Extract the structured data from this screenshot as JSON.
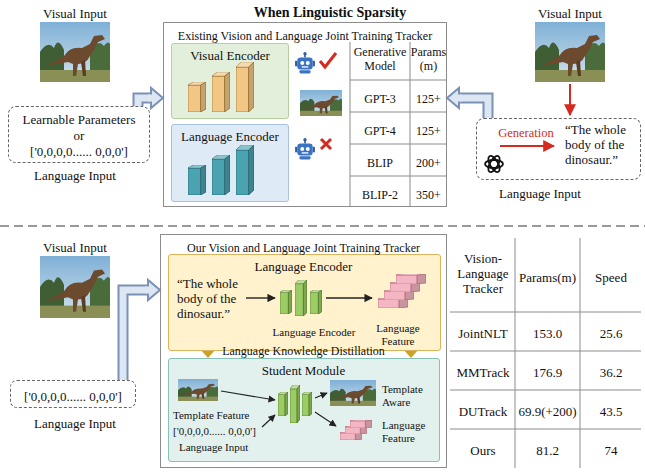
{
  "diagram": {
    "title": "When Linguistic Sparsity",
    "nodes": [
      {
        "text": [
          "Learnable Parameters",
          "or",
          "['0,0,0,0...... 0,0,0']"
        ]
      },
      {
        "text": [
          "Existing Vision and Language Joint Training Tracker"
        ]
      },
      {
        "text": [
          "Visual Encoder"
        ],
        "in": 1
      },
      {
        "text": [
          "Language Encoder"
        ],
        "in": 1
      },
      {
        "text": [
          "Generation",
          "“The whole body of the dinosaur.”"
        ]
      },
      {
        "text": [
          "Our Vision and Language Joint Training Tracker"
        ]
      },
      {
        "text": [
          "Language Encoder",
          "“The whole body of the dinosaur.”",
          "Language Encoder",
          "Language Feature"
        ],
        "in": 5
      },
      {
        "text": [
          "Student Module",
          "Template Feature",
          "['0,0,0,0...... 0,0,0']",
          "Language Input",
          "Template Aware",
          "Language Feature"
        ],
        "in": 5
      },
      {
        "text": [
          "['0,0,0,0...... 0,0,0']"
        ]
      }
    ],
    "edges": [
      {
        "from": 0,
        "to": 1,
        "arrow": "to"
      },
      {
        "from": 4,
        "to": 1,
        "arrow": "to"
      },
      {
        "from": 8,
        "to": 5,
        "arrow": "to"
      },
      {
        "from": 6,
        "to": 7,
        "arrow": "to"
      },
      {
        "from": 6,
        "to": 7,
        "arrow": "to"
      }
    ],
    "labels": [
      "Visual Input",
      "Visual Input",
      "Language Input",
      "Generative Model",
      "Params (m)",
      "GPT-3",
      "125+",
      "GPT-4",
      "125+",
      "BLIP",
      "200+",
      "BLIP-2",
      "350+",
      "Language Input",
      "Visual Input",
      "Vision-Language Tracker",
      "Params(m)",
      "Speed",
      "JointNLT",
      "153.0",
      "25.6",
      "MMTrack",
      "176.9",
      "36.2",
      "DUTrack",
      "69.9(+200)",
      "43.5",
      "Ours",
      "81.2",
      "74",
      "Language Knowledge Distillation",
      "Language Input"
    ]
  }
}
